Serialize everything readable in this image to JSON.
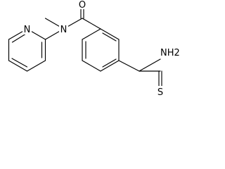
{
  "molecule": {
    "atoms": {
      "n_amide": "N",
      "o_carbonyl": "O",
      "n_pyridine": "N",
      "nh2_thioamide": "NH2",
      "s_thioamide": "S"
    }
  }
}
